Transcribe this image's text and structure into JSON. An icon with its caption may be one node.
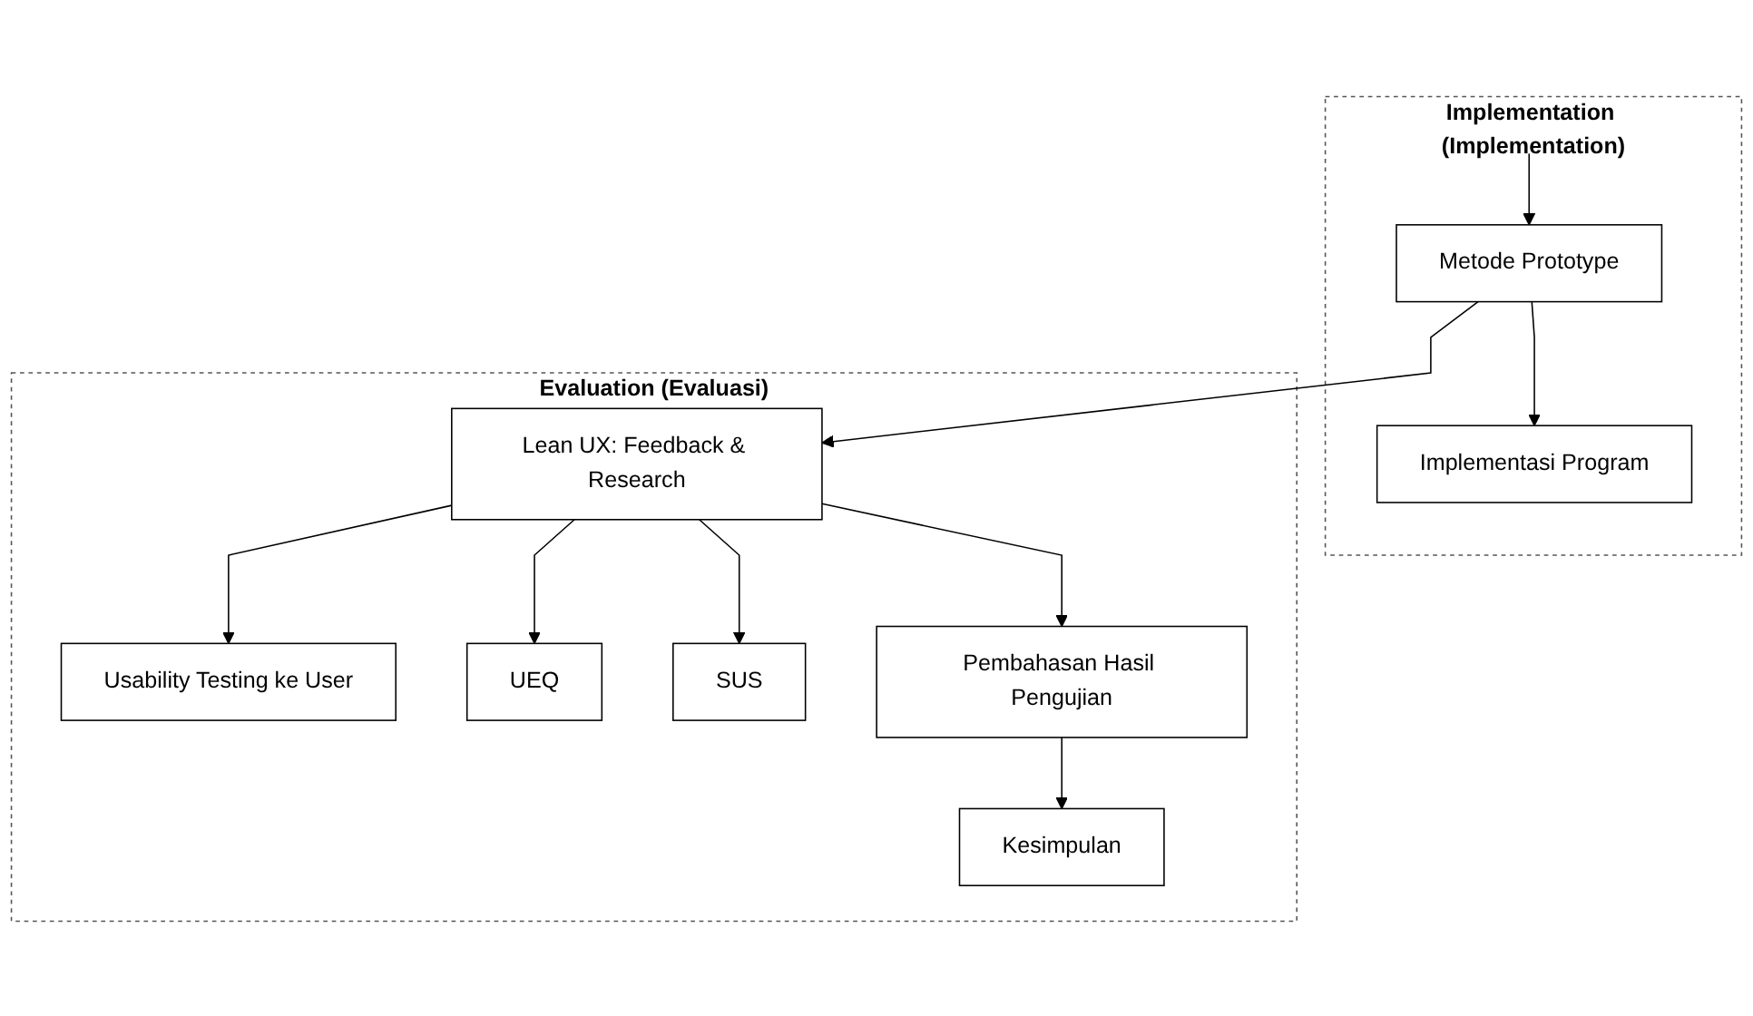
{
  "diagram": {
    "nodes": [
      {
        "text": [
          "Implementation (Implementation)"
        ]
      },
      {
        "text": [
          "Metode Prototype"
        ],
        "in": 0
      },
      {
        "text": [
          "Implementasi Program"
        ],
        "in": 0
      },
      {
        "text": [
          "Evaluation (Evaluasi)"
        ]
      },
      {
        "text": [
          "Lean UX: Feedback & Research"
        ],
        "in": 3
      },
      {
        "text": [
          "Usability Testing ke User"
        ],
        "in": 3
      },
      {
        "text": [
          "UEQ"
        ],
        "in": 3
      },
      {
        "text": [
          "SUS"
        ],
        "in": 3
      },
      {
        "text": [
          "Pembahasan Hasil Pengujian"
        ],
        "in": 3
      },
      {
        "text": [
          "Kesimpulan"
        ],
        "in": 3
      }
    ],
    "edges": [
      {
        "from": null,
        "to": 1,
        "arrow": "to"
      },
      {
        "from": 1,
        "to": 2,
        "arrow": "to"
      },
      {
        "from": 1,
        "to": 4,
        "arrow": "to"
      },
      {
        "from": 4,
        "to": 5,
        "arrow": "to"
      },
      {
        "from": 4,
        "to": 6,
        "arrow": "to"
      },
      {
        "from": 4,
        "to": 7,
        "arrow": "to"
      },
      {
        "from": 4,
        "to": 8,
        "arrow": "to"
      },
      {
        "from": 8,
        "to": 9,
        "arrow": "to"
      }
    ]
  }
}
